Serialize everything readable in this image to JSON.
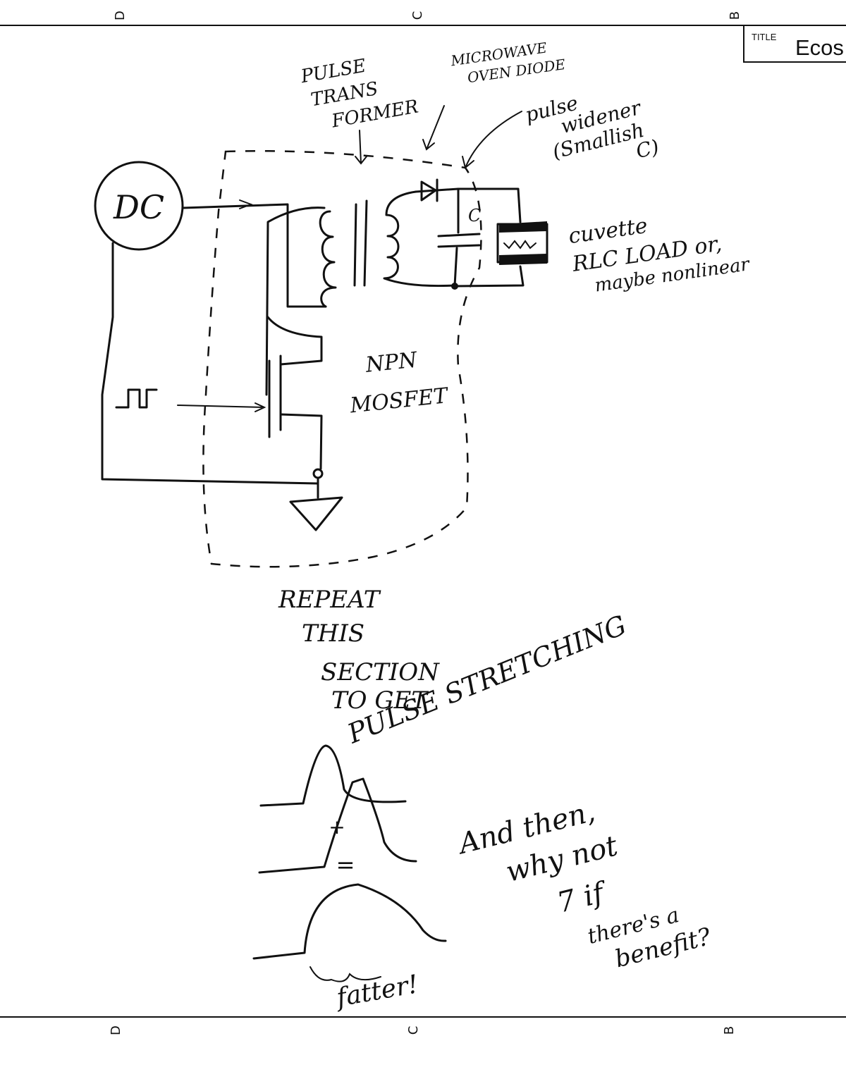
{
  "border": {
    "zones_top": [
      "D",
      "C",
      "B"
    ],
    "zones_bottom": [
      "D",
      "C",
      "B"
    ]
  },
  "title_block": {
    "label": "TITLE",
    "value": "Ecos"
  },
  "schematic": {
    "dc_source": "DC",
    "transformer_note": [
      "PULSE",
      "TRANS",
      "FORMER"
    ],
    "diode_note": [
      "MICROWAVE",
      "OVEN DIODE"
    ],
    "widener_note": [
      "pulse",
      "widener",
      "(Smallish",
      "C)"
    ],
    "capacitor_label": "C",
    "cuvette_note": [
      "cuvette",
      "RLC LOAD or,",
      "maybe nonlinear"
    ],
    "mosfet_note": [
      "NPN",
      "MOSFET"
    ],
    "repeat_note": [
      "REPEAT",
      "THIS",
      "SECTION",
      "TO GET",
      "PULSE STRETCHING"
    ]
  },
  "waveform": {
    "plus": "+",
    "equals": "=",
    "result_note": "fatter!"
  },
  "side_note": [
    "And then,",
    "why not",
    "7 if",
    "there's a",
    "benefit?"
  ]
}
